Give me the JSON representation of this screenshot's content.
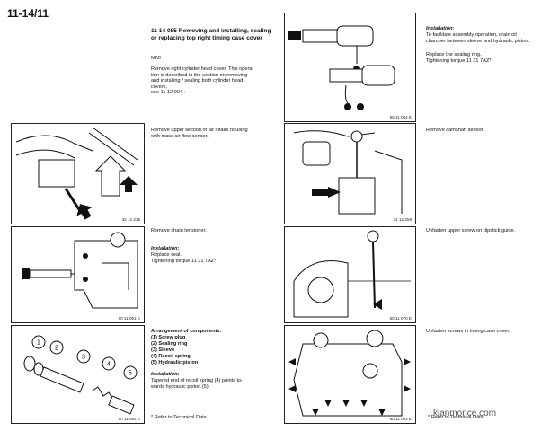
{
  "page": {
    "number": "11-14/11"
  },
  "header": {
    "title": "11 14 085 Removing and installing,\nsealing or replacing top\nright timing case cover",
    "model": "M60",
    "intro": "Remove right cylinder head cover. This opera-\ntion is described in the section on removing\nand installing / sealing both cylinder head\ncovers,\nsee 11 12 004 ."
  },
  "right_top": {
    "heading": "Installation:",
    "text1": "To facilitate assembly operation, drain oil\nchamber between sleeve and hydraulic piston.",
    "text2": "Replace the sealing ring.\nTightening torque 11 31 7AZ*"
  },
  "steps": {
    "air_intake": "Remove upper section of air intake housing\nwith mass air flow sensor.",
    "camshaft": "Remove camshaft sensor.",
    "chain_tensioner": "Remove chain tensioner.",
    "tensioner_install_heading": "Installation:",
    "tensioner_install_text": "Replace seal.\nTightening torque 11 31 7AZ*",
    "dipstick": "Unfasten upper screw on dipstick guide.",
    "timing_case": "Unfasten screws in timing case cover."
  },
  "components": {
    "heading": "Arrangement of components:",
    "items": [
      "(1)  Screw plug",
      "(2)  Sealing ring",
      "(3)  Sleeve",
      "(4)  Recoil spring",
      "(5)  Hydraulic piston"
    ],
    "install_heading": "Installation:",
    "install_text": "Tapered end of recoil spring (4) points to-\nwards hydraulic piston (5)."
  },
  "footnote_left": "* Refer to Technical Data",
  "footnote_right": "* Refer to Technical Data",
  "figures": {
    "f1": "60 11 064 E",
    "f2": "32 12 215",
    "f3": "32 12 259",
    "f4": "60 11 061 E",
    "f5": "60 11 070 E",
    "f6": "60 11 062 E",
    "f7": "60 11 063 E"
  },
  "part_numbers": [
    "1",
    "2",
    "3",
    "4",
    "5"
  ],
  "watermark": "kianmonce.com"
}
